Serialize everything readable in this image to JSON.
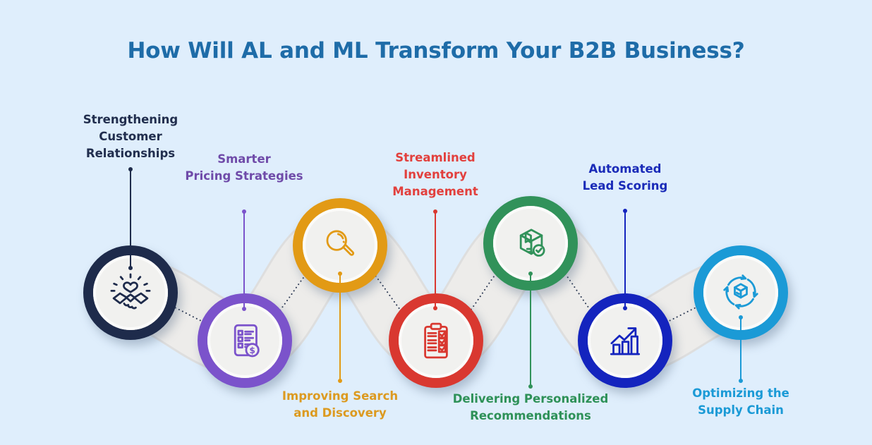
{
  "title": "How Will AL and ML Transform Your B2B Business?",
  "colors": {
    "background": "#DFEEFC",
    "title_text": "#1E6CA8",
    "ribbon": "#EDECEA",
    "ribbon_edge": "#DCD2C4",
    "dotted_line": "#2D3A54",
    "circle_inner": "#F1F1EF"
  },
  "items": [
    {
      "label": "Strengthening Customer Relationships",
      "lines": [
        "Strengthening",
        "Customer",
        "Relationships"
      ],
      "ring_color": "#1E2B4B",
      "text_color": "#212E4E",
      "icon": "handshake-heart-icon",
      "label_position": "above"
    },
    {
      "label": "Smarter Pricing Strategies",
      "lines": [
        "Smarter",
        "Pricing Strategies"
      ],
      "ring_color": "#7B53CB",
      "text_color": "#6F4BA9",
      "icon": "pricing-list-icon",
      "label_position": "above"
    },
    {
      "label": "Improving Search and Discovery",
      "lines": [
        "Improving Search",
        "and Discovery"
      ],
      "ring_color": "#E29A15",
      "text_color": "#DC9A20",
      "icon": "magnifier-icon",
      "label_position": "below"
    },
    {
      "label": "Streamlined Inventory Management",
      "lines": [
        "Streamlined",
        "Inventory",
        "Management"
      ],
      "ring_color": "#D93830",
      "text_color": "#E2403D",
      "icon": "inventory-checklist-icon",
      "label_position": "above"
    },
    {
      "label": "Delivering Personalized Recommendations",
      "lines": [
        "Delivering  Personalized",
        "Recommendations"
      ],
      "ring_color": "#31925A",
      "text_color": "#2E9158",
      "icon": "package-check-icon",
      "label_position": "below"
    },
    {
      "label": "Automated Lead Scoring",
      "lines": [
        "Automated",
        "Lead Scoring"
      ],
      "ring_color": "#1424BE",
      "text_color": "#1A2BB8",
      "icon": "lead-scoring-chart-icon",
      "label_position": "above"
    },
    {
      "label": "Optimizing the Supply Chain",
      "lines": [
        "Optimizing the",
        "Supply Chain"
      ],
      "ring_color": "#1B9AD6",
      "text_color": "#1B9AD6",
      "icon": "supply-chain-cycle-icon",
      "label_position": "below"
    }
  ]
}
